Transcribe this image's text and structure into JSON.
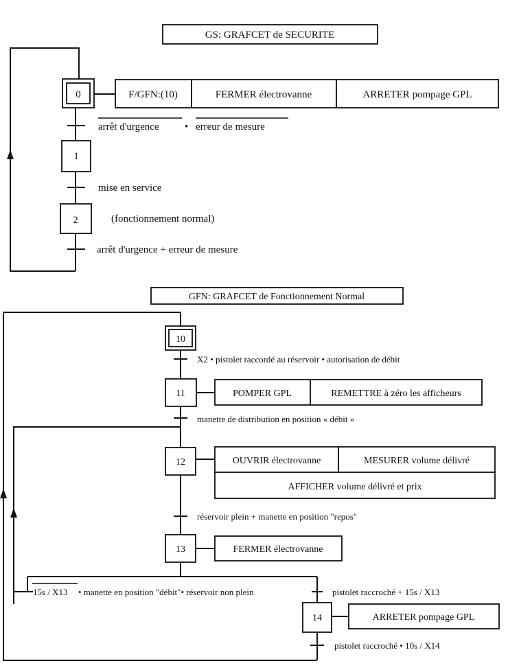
{
  "gs": {
    "title": "GS: GRAFCET de SECURITE",
    "steps": [
      "0",
      "1",
      "2"
    ],
    "actions_step0": [
      "F/GFN:(10)",
      "FERMER électrovanne",
      "ARRETER pompage GPL"
    ],
    "transition1": {
      "part1": "arrêt d'urgence",
      "op": "•",
      "part2": "erreur de mesure"
    },
    "transition2": "mise en service",
    "step2_comment": "(fonctionnement normal)",
    "transition3": "arrêt d'urgence + erreur de mesure"
  },
  "gfn": {
    "title": "GFN: GRAFCET de Fonctionnement Normal",
    "steps": [
      "10",
      "11",
      "12",
      "13",
      "14"
    ],
    "t10_11": "X2 • pistolet raccordé au réservoir • autorisation de débit",
    "actions11": [
      "POMPER GPL",
      "REMETTRE à zéro les afficheurs"
    ],
    "t11_12": "manette de distribution en position « débit »",
    "actions12": [
      "OUVRIR électrovanne",
      "MESURER volume délivré",
      "AFFICHER volume délivré et prix"
    ],
    "t12_13": "réservoir plein + manette en position \"repos\"",
    "actions13": [
      "FERMER électrovanne"
    ],
    "t13_left": {
      "overlined": "15s / X13",
      "rest": "• manette en position \"débit\"• réservoir non plein"
    },
    "t13_right": "pistolet raccroché + 15s / X13",
    "actions14": [
      "ARRETER pompage GPL"
    ],
    "t14_10": "pistolet raccroché • 10s / X14"
  }
}
